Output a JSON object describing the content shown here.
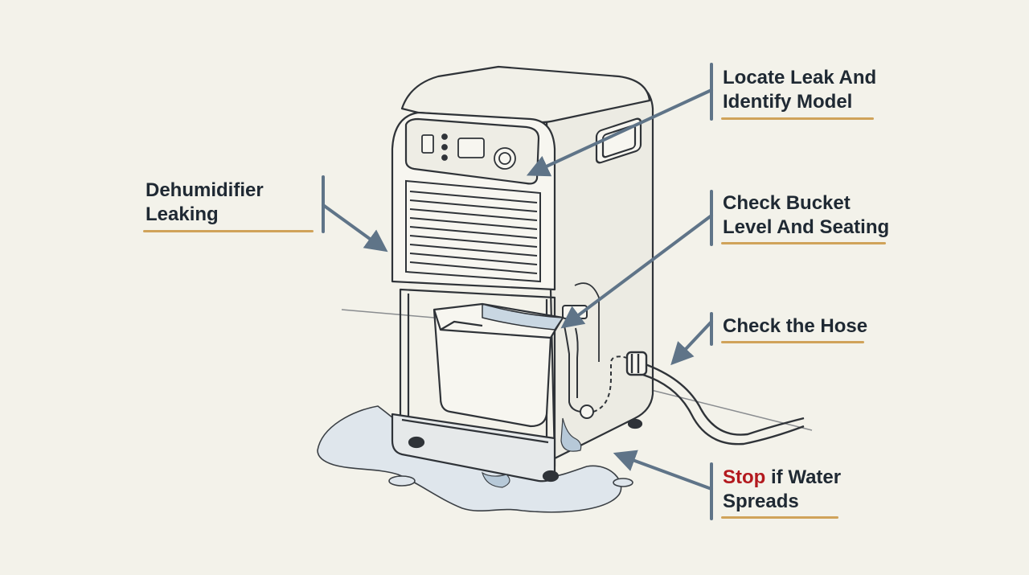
{
  "callouts": {
    "dehumidifier_leaking": {
      "line1": "Dehumidifier",
      "line2": "Leaking"
    },
    "locate_leak": {
      "line1": "Locate Leak And",
      "line2": "Identify Model"
    },
    "check_bucket": {
      "line1": "Check Bucket",
      "line2": "Level And Seating"
    },
    "check_hose": {
      "line1": "Check the Hose"
    },
    "stop_if_spreads": {
      "stop_word": "Stop",
      "rest_line1": " if Water",
      "line2": "Spreads"
    }
  },
  "colors": {
    "background": "#f3f2ea",
    "outline": "#2f3338",
    "arrow": "#5f7488",
    "underline": "#d0a35a",
    "water": "#b7c9d8",
    "stop_accent": "#b3191e"
  }
}
